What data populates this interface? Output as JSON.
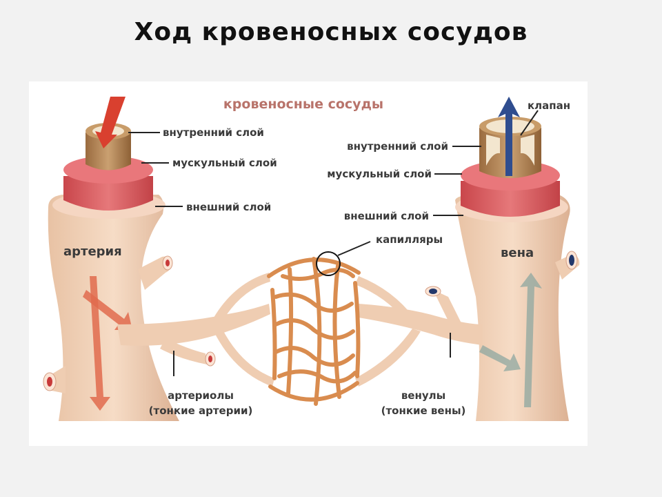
{
  "title": "Ход кровеносных сосудов",
  "diagram": {
    "heading": "кровеносные сосуды",
    "labels": {
      "artery": "артерия",
      "vein": "вена",
      "inner_left": "внутренний слой",
      "muscle_left": "мускульный слой",
      "outer_left": "внешний слой",
      "valve": "клапан",
      "inner_right": "внутренний слой",
      "muscle_right": "мускульный слой",
      "outer_right": "внешний слой",
      "capillaries": "капилляры",
      "arterioles": "артериолы",
      "arterioles_note": "(тонкие артерии)",
      "venules": "венулы",
      "venules_note": "(тонкие вены)"
    },
    "colors": {
      "vessel": "#f0cfb4",
      "vessel_shade": "#d9ad8e",
      "muscle": "#d9565a",
      "inner": "#b98a5a",
      "capillary": "#d98c4f",
      "arterial_flow": "#d9402f",
      "venous_flow": "#2f4d8f"
    }
  }
}
